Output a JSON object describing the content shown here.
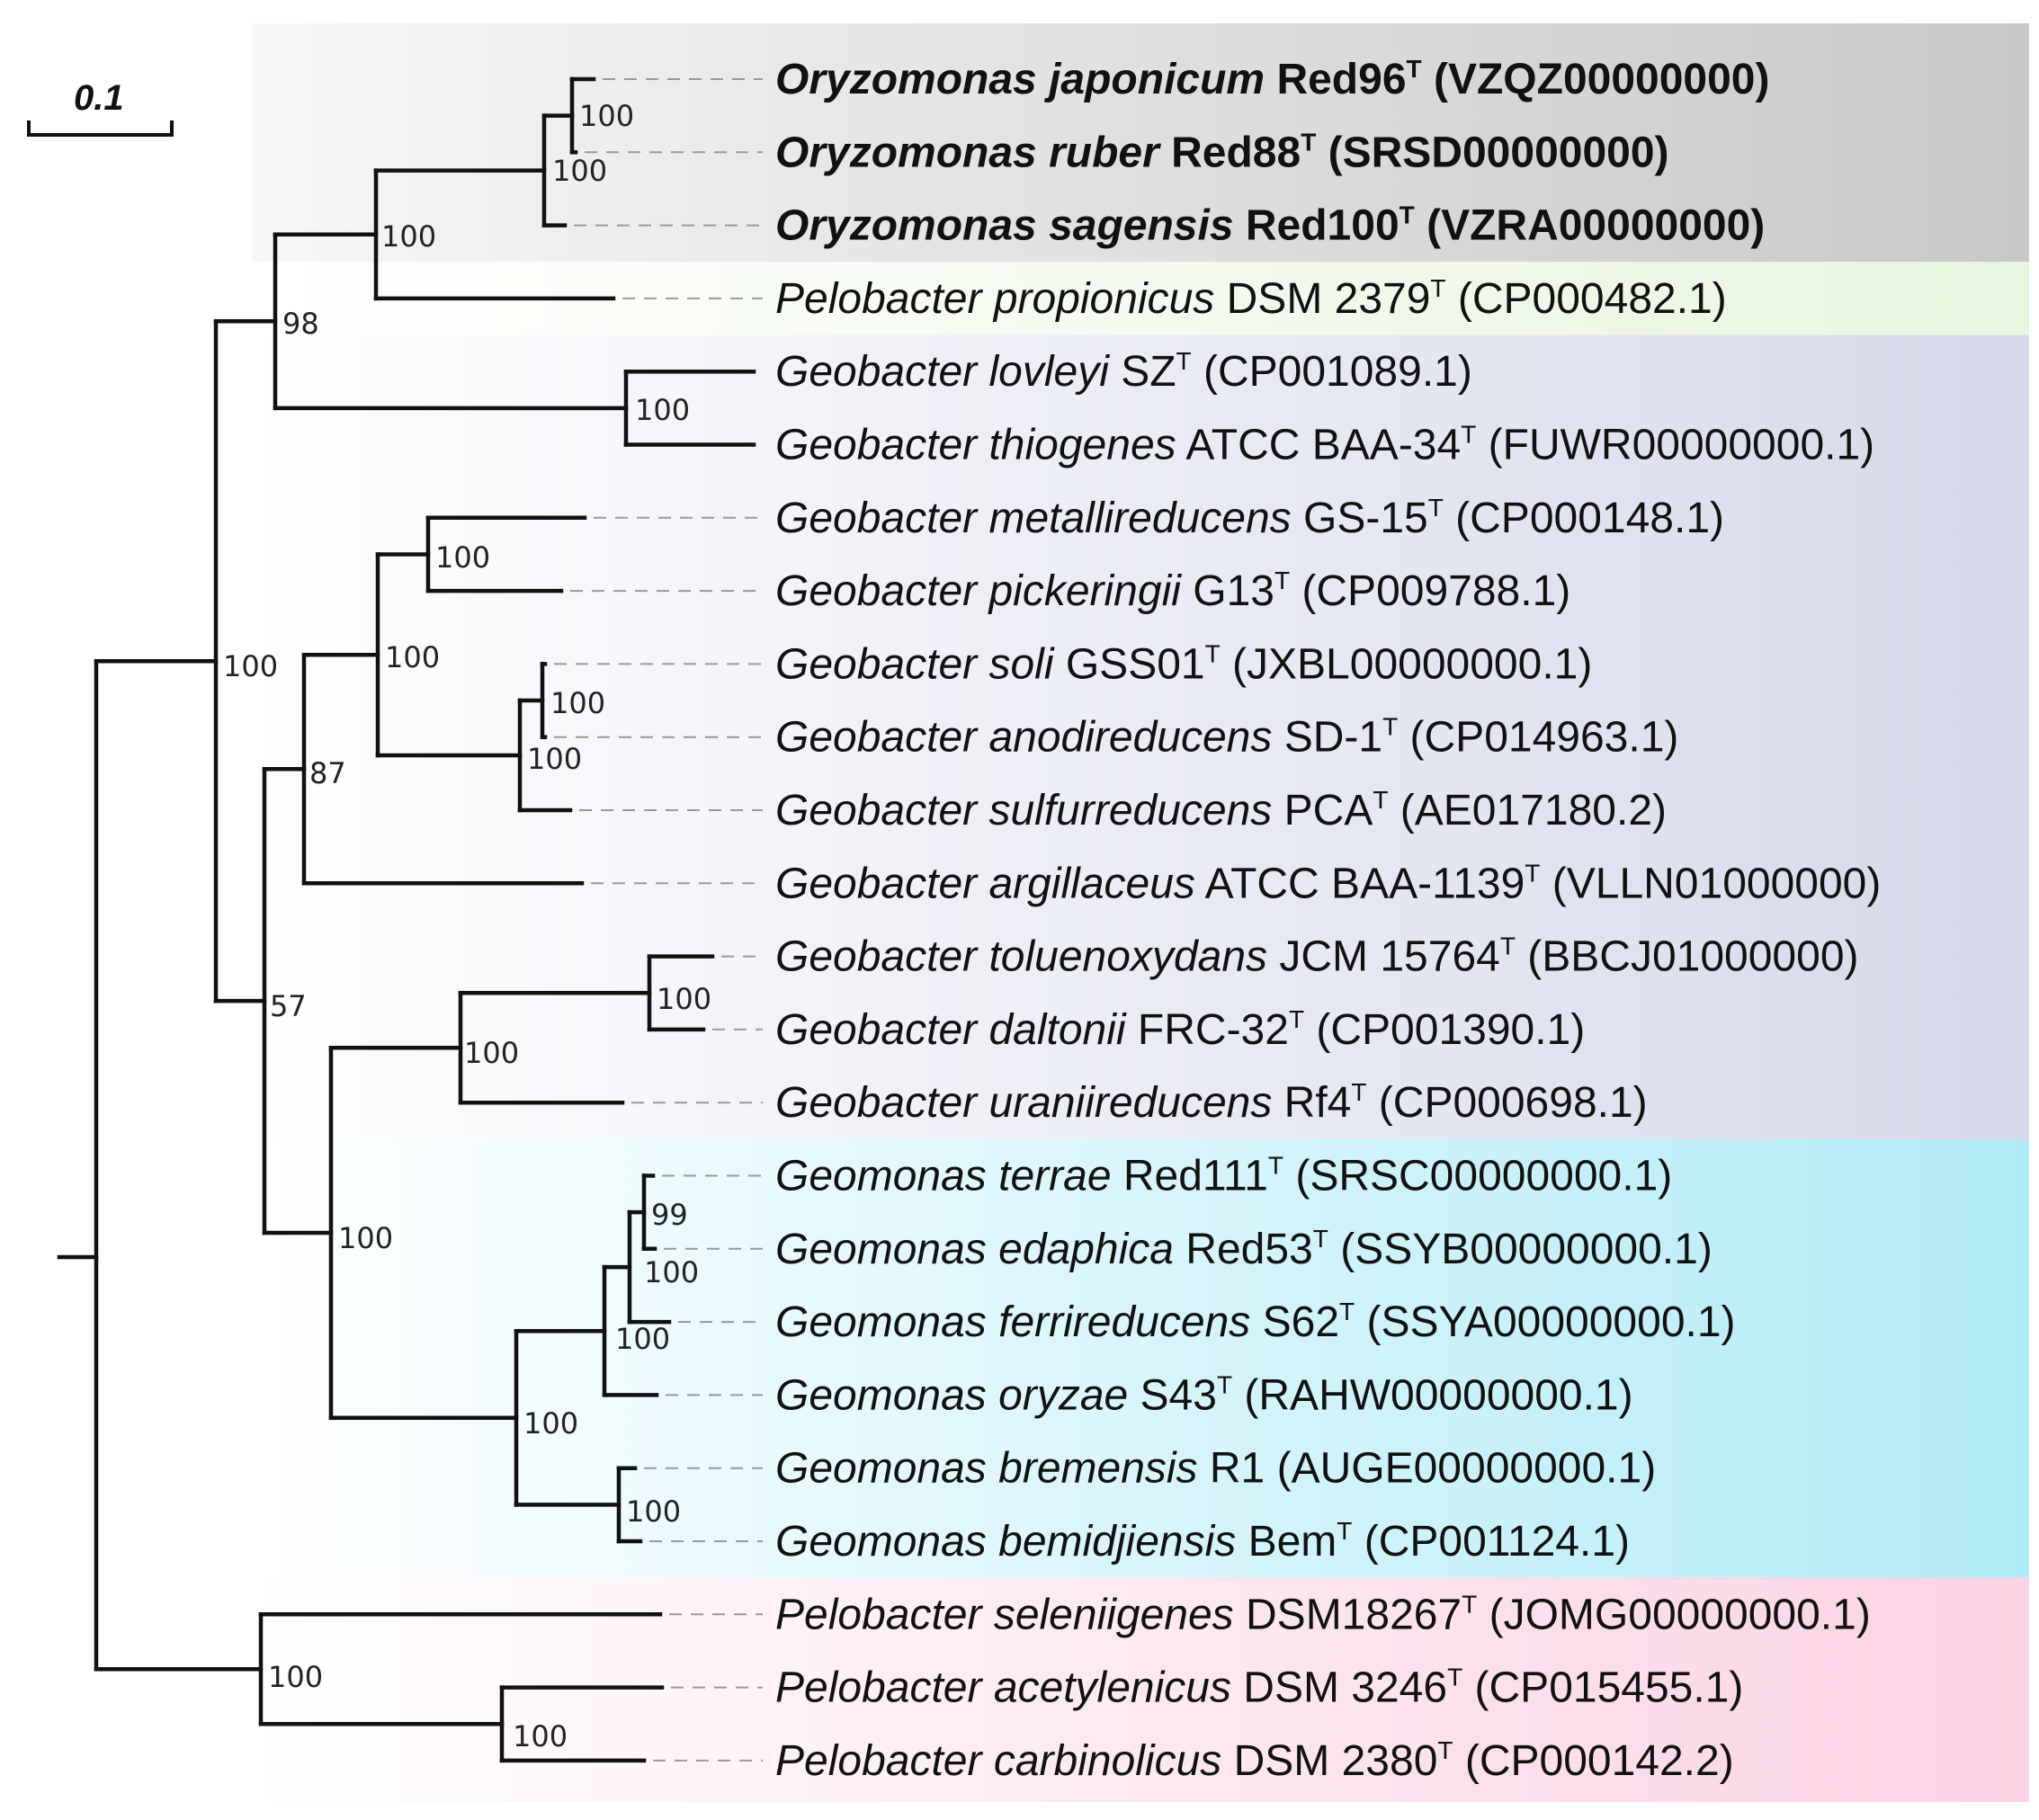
{
  "scale_bar": {
    "label": "0.1"
  },
  "clades": [
    {
      "id": "oryzomonas",
      "color_start": "#f7f7f7",
      "color_end": "#c8c8c8"
    },
    {
      "id": "pelobacter-propionicus",
      "color_start": "#ffffff",
      "color_end": "#e8f5df"
    },
    {
      "id": "geobacter",
      "color_start": "#ffffff",
      "color_end": "#d6d9ea"
    },
    {
      "id": "geomonas",
      "color_start": "#ffffff",
      "color_end": "#b2ebf7"
    },
    {
      "id": "pelobacter",
      "color_start": "#ffffff",
      "color_end": "#fbd3e4"
    }
  ],
  "taxa": [
    {
      "genus": "Oryzomonas japonicum",
      "strain": "Red96",
      "type": "T",
      "accession": "(VZQZ00000000)",
      "bold": true
    },
    {
      "genus": "Oryzomonas ruber",
      "strain": "Red88",
      "type": "T",
      "accession": "(SRSD00000000)",
      "bold": true
    },
    {
      "genus": "Oryzomonas sagensis",
      "strain": "Red100",
      "type": "T",
      "accession": "(VZRA00000000)",
      "bold": true
    },
    {
      "genus": "Pelobacter propionicus",
      "strain": "DSM 2379",
      "type": "T",
      "accession": "(CP000482.1)",
      "bold": false
    },
    {
      "genus": "Geobacter lovleyi",
      "strain": "SZ",
      "type": "T",
      "accession": "(CP001089.1)",
      "bold": false
    },
    {
      "genus": "Geobacter thiogenes",
      "strain": "ATCC BAA-34",
      "type": "T",
      "accession": "(FUWR00000000.1)",
      "bold": false
    },
    {
      "genus": "Geobacter metallireducens",
      "strain": "GS-15",
      "type": "T",
      "accession": "(CP000148.1)",
      "bold": false
    },
    {
      "genus": "Geobacter pickeringii",
      "strain": "G13",
      "type": "T",
      "accession": "(CP009788.1)",
      "bold": false
    },
    {
      "genus": "Geobacter soli",
      "strain": "GSS01",
      "type": "T",
      "accession": "(JXBL00000000.1)",
      "bold": false
    },
    {
      "genus": "Geobacter anodireducens",
      "strain": "SD-1",
      "type": "T",
      "accession": "(CP014963.1)",
      "bold": false
    },
    {
      "genus": "Geobacter sulfurreducens",
      "strain": "PCA",
      "type": "T",
      "accession": "(AE017180.2)",
      "bold": false
    },
    {
      "genus": "Geobacter argillaceus",
      "strain": "ATCC BAA-1139",
      "type": "T",
      "accession": "(VLLN01000000)",
      "bold": false
    },
    {
      "genus": "Geobacter toluenoxydans",
      "strain": "JCM 15764",
      "type": "T",
      "accession": "(BBCJ01000000)",
      "bold": false
    },
    {
      "genus": "Geobacter daltonii",
      "strain": "FRC-32",
      "type": "T",
      "accession": "(CP001390.1)",
      "bold": false
    },
    {
      "genus": "Geobacter uraniireducens",
      "strain": "Rf4",
      "type": "T",
      "accession": "(CP000698.1)",
      "bold": false
    },
    {
      "genus": "Geomonas terrae",
      "strain": "Red111",
      "type": "T",
      "accession": "(SRSC00000000.1)",
      "bold": false
    },
    {
      "genus": "Geomonas edaphica",
      "strain": "Red53",
      "type": "T",
      "accession": "(SSYB00000000.1)",
      "bold": false
    },
    {
      "genus": "Geomonas ferrireducens",
      "strain": "S62",
      "type": "T",
      "accession": "(SSYA00000000.1)",
      "bold": false
    },
    {
      "genus": "Geomonas oryzae",
      "strain": "S43",
      "type": "T",
      "accession": "(RAHW00000000.1)",
      "bold": false
    },
    {
      "genus": "Geomonas bremensis",
      "strain": "R1",
      "type": "",
      "accession": "(AUGE00000000.1)",
      "bold": false
    },
    {
      "genus": "Geomonas bemidjiensis",
      "strain": "Bem",
      "type": "T",
      "accession": "(CP001124.1)",
      "bold": false
    },
    {
      "genus": "Pelobacter seleniigenes",
      "strain": "DSM18267",
      "type": "T",
      "accession": "(JOMG00000000.1)",
      "bold": false
    },
    {
      "genus": "Pelobacter acetylenicus",
      "strain": "DSM 3246",
      "type": "T",
      "accession": "(CP015455.1)",
      "bold": false
    },
    {
      "genus": "Pelobacter carbinolicus",
      "strain": "DSM 2380",
      "type": "T",
      "accession": "(CP000142.2)",
      "bold": false
    }
  ],
  "support_values": [
    "100",
    "100",
    "100",
    "98",
    "100",
    "100",
    "100",
    "100",
    "100",
    "87",
    "100",
    "100",
    "57",
    "100",
    "100",
    "99",
    "100",
    "100",
    "100",
    "100",
    "100",
    "100"
  ]
}
